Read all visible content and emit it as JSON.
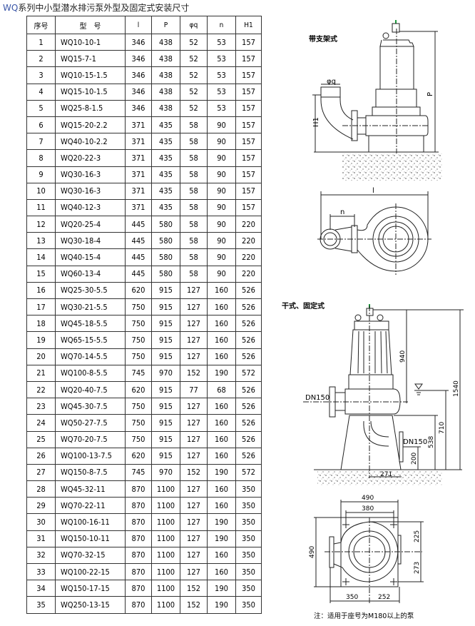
{
  "title": {
    "prefix": "WQ",
    "rest": "系列中小型潜水排污泵外型及固定式安装尺寸"
  },
  "table": {
    "headers": [
      "序号",
      "型　号",
      "l",
      "P",
      "φq",
      "n",
      "H1"
    ],
    "rows": [
      [
        "1",
        "WQ10-10-1",
        "346",
        "438",
        "52",
        "53",
        "157"
      ],
      [
        "2",
        "WQ15-7-1",
        "346",
        "438",
        "52",
        "53",
        "157"
      ],
      [
        "3",
        "WQ10-15-1.5",
        "346",
        "438",
        "52",
        "53",
        "157"
      ],
      [
        "4",
        "WQ15-10-1.5",
        "346",
        "438",
        "52",
        "53",
        "157"
      ],
      [
        "5",
        "WQ25-8-1.5",
        "346",
        "438",
        "52",
        "53",
        "157"
      ],
      [
        "6",
        "WQ15-20-2.2",
        "371",
        "435",
        "58",
        "90",
        "157"
      ],
      [
        "7",
        "WQ40-10-2.2",
        "371",
        "435",
        "58",
        "90",
        "157"
      ],
      [
        "8",
        "WQ20-22-3",
        "371",
        "435",
        "58",
        "90",
        "157"
      ],
      [
        "9",
        "WQ30-16-3",
        "371",
        "435",
        "58",
        "90",
        "157"
      ],
      [
        "10",
        "WQ30-16-3",
        "371",
        "435",
        "58",
        "90",
        "157"
      ],
      [
        "11",
        "WQ40-12-3",
        "371",
        "435",
        "58",
        "90",
        "157"
      ],
      [
        "12",
        "WQ20-25-4",
        "445",
        "580",
        "58",
        "90",
        "220"
      ],
      [
        "13",
        "WQ30-18-4",
        "445",
        "580",
        "58",
        "90",
        "220"
      ],
      [
        "14",
        "WQ40-15-4",
        "445",
        "580",
        "58",
        "90",
        "220"
      ],
      [
        "15",
        "WQ60-13-4",
        "445",
        "580",
        "58",
        "90",
        "220"
      ],
      [
        "16",
        "WQ25-30-5.5",
        "620",
        "915",
        "127",
        "160",
        "526"
      ],
      [
        "17",
        "WQ30-21-5.5",
        "750",
        "915",
        "127",
        "160",
        "526"
      ],
      [
        "18",
        "WQ45-18-5.5",
        "750",
        "915",
        "127",
        "160",
        "526"
      ],
      [
        "19",
        "WQ65-15-5.5",
        "750",
        "915",
        "127",
        "160",
        "526"
      ],
      [
        "20",
        "WQ70-14-5.5",
        "750",
        "915",
        "127",
        "160",
        "526"
      ],
      [
        "21",
        "WQ100-8-5.5",
        "745",
        "970",
        "152",
        "190",
        "572"
      ],
      [
        "22",
        "WQ20-40-7.5",
        "620",
        "915",
        "77",
        "68",
        "526"
      ],
      [
        "23",
        "WQ45-30-7.5",
        "750",
        "915",
        "127",
        "160",
        "526"
      ],
      [
        "24",
        "WQ50-27-7.5",
        "750",
        "915",
        "127",
        "160",
        "526"
      ],
      [
        "25",
        "WQ70-20-7.5",
        "750",
        "915",
        "127",
        "160",
        "526"
      ],
      [
        "26",
        "WQ100-13-7.5",
        "620",
        "915",
        "127",
        "160",
        "526"
      ],
      [
        "27",
        "WQ150-8-7.5",
        "745",
        "970",
        "152",
        "190",
        "572"
      ],
      [
        "28",
        "WQ45-32-11",
        "870",
        "1100",
        "127",
        "160",
        "350"
      ],
      [
        "29",
        "WQ70-22-11",
        "870",
        "1100",
        "127",
        "160",
        "350"
      ],
      [
        "30",
        "WQ100-16-11",
        "870",
        "1100",
        "127",
        "190",
        "350"
      ],
      [
        "31",
        "WQ150-10-11",
        "870",
        "1100",
        "127",
        "190",
        "350"
      ],
      [
        "32",
        "WQ70-32-15",
        "870",
        "1100",
        "127",
        "160",
        "350"
      ],
      [
        "33",
        "WQ100-22-15",
        "870",
        "1100",
        "127",
        "160",
        "350"
      ],
      [
        "34",
        "WQ150-17-15",
        "870",
        "1100",
        "152",
        "190",
        "350"
      ],
      [
        "35",
        "WQ250-13-15",
        "870",
        "1100",
        "152",
        "190",
        "350"
      ]
    ]
  },
  "drawing1": {
    "label": "带支架式",
    "phi_q": "φq",
    "h1": "H1",
    "p": "P",
    "l": "l",
    "n": "n"
  },
  "drawing2": {
    "label": "干式、固定式",
    "dn_outlet": "DN150",
    "dn_inlet": "DN150",
    "d940": "940",
    "d1540": "1540",
    "d710": "710",
    "d538": "538",
    "d200": "200",
    "d271": "271"
  },
  "drawing3": {
    "d490_top": "490",
    "d380": "380",
    "d490_side": "490",
    "d225": "225",
    "d273": "273",
    "d350": "350",
    "d252": "252"
  },
  "note": "注：适用于座号为M180以上的泵"
}
